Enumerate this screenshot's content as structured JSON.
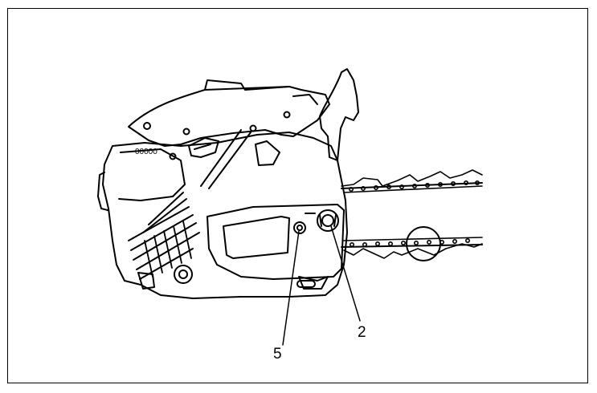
{
  "figure": {
    "callouts": [
      {
        "id": "5",
        "label": "5"
      },
      {
        "id": "2",
        "label": "2"
      }
    ],
    "colors": {
      "line": "#000000",
      "background": "#ffffff"
    },
    "icons": [
      "chainsaw-illustration",
      "saw-chain",
      "guide-bar-nut",
      "chain-tensioner-screw"
    ]
  }
}
